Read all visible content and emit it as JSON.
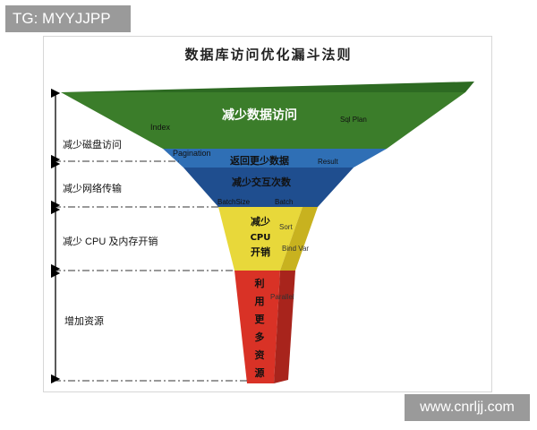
{
  "watermark_top": "TG: MYYJJPP",
  "watermark_bottom": "www.cnrljj.com",
  "title": "数据库访问优化漏斗法则",
  "colors": {
    "green": "#3b7d2a",
    "green_top": "#2d6a22",
    "blue": "#2f6fb5",
    "blue_dark": "#1f4e8f",
    "yellow": "#e8d83a",
    "yellow_side": "#c8b21f",
    "red": "#d93226",
    "red_side": "#a8241c"
  },
  "levels": [
    {
      "main": "减少数据访问",
      "tags": [
        "Index",
        "Sql Plan"
      ]
    },
    {
      "main": "返回更少数据",
      "tags": [
        "Pagination",
        "Result"
      ]
    },
    {
      "main": "减少交互次数",
      "tags": [
        "BatchSize",
        "Batch"
      ]
    },
    {
      "main_lines": [
        "减少",
        "CPU",
        "开销"
      ],
      "tags": [
        "Sort",
        "Bind Var"
      ]
    },
    {
      "main_lines": [
        "利",
        "用",
        "更",
        "多",
        "资",
        "源"
      ],
      "tags": [
        "Parallel"
      ]
    }
  ],
  "side_labels": [
    "减少磁盘访问",
    "减少网络传输",
    "减少 CPU 及内存开销",
    "增加资源"
  ]
}
